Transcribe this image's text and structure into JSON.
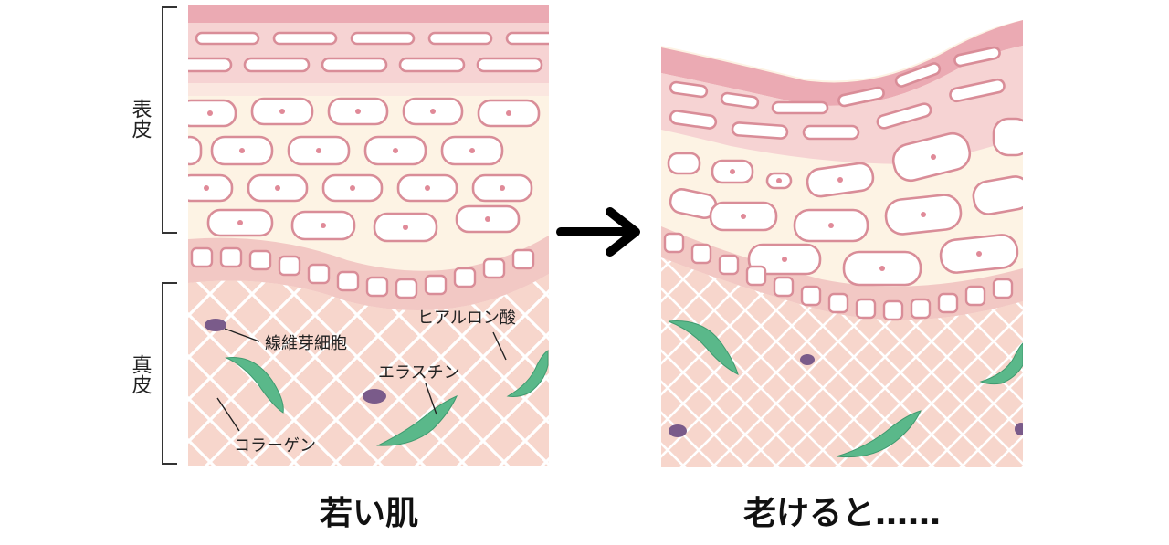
{
  "labels": {
    "epidermis": "表皮",
    "dermis": "真皮",
    "fibroblast": "線維芽細胞",
    "hyaluronic_acid": "ヒアルロン酸",
    "elastin": "エラスチン",
    "collagen": "コラーゲン"
  },
  "captions": {
    "young": "若い肌",
    "aged": "老けると……"
  },
  "colors": {
    "dermis": "#f7d6cc",
    "epidermis_light": "#fdf3e4",
    "cell_outline": "#d98d98",
    "surface": "#ebaab3",
    "elastin": "#5ab88a",
    "fibroblast": "#7a5b8a",
    "arrow": "#000000"
  }
}
